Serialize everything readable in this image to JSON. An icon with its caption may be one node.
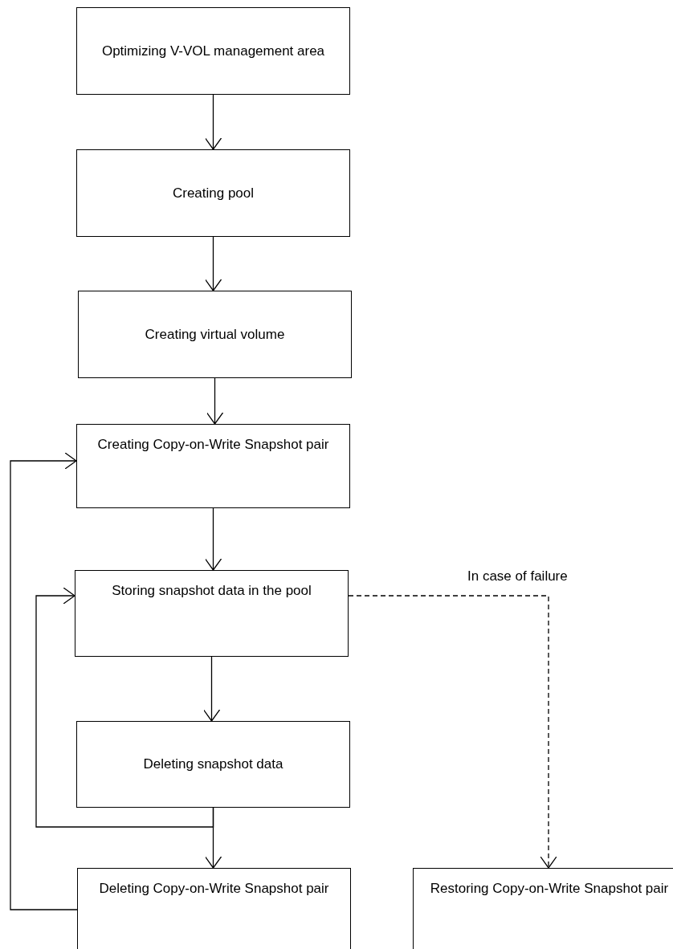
{
  "diagram": {
    "nodes": [
      {
        "text": [
          "Optimizing V-VOL management area"
        ]
      },
      {
        "text": [
          "Creating pool"
        ]
      },
      {
        "text": [
          "Creating virtual volume"
        ]
      },
      {
        "text": [
          "Creating Copy-on-Write Snapshot pair"
        ]
      },
      {
        "text": [
          "Storing snapshot data in the pool"
        ]
      },
      {
        "text": [
          "Deleting snapshot data"
        ]
      },
      {
        "text": [
          "Deleting Copy-on-Write Snapshot pair"
        ]
      },
      {
        "text": [
          "Restoring Copy-on-Write Snapshot pair"
        ]
      }
    ],
    "edges": [
      {
        "from": 0,
        "to": 1,
        "arrow": "to"
      },
      {
        "from": 1,
        "to": 2,
        "arrow": "to"
      },
      {
        "from": 2,
        "to": 3,
        "arrow": "to"
      },
      {
        "from": 3,
        "to": 4,
        "arrow": "to"
      },
      {
        "from": 4,
        "to": 5,
        "arrow": "to"
      },
      {
        "from": 5,
        "to": 6,
        "arrow": "to"
      },
      {
        "from": 5,
        "to": 4,
        "arrow": "to"
      },
      {
        "from": 6,
        "to": 3,
        "arrow": "to"
      },
      {
        "from": 4,
        "to": 7,
        "arrow": "to",
        "label": "In case of failure",
        "style": "dashed"
      }
    ]
  }
}
